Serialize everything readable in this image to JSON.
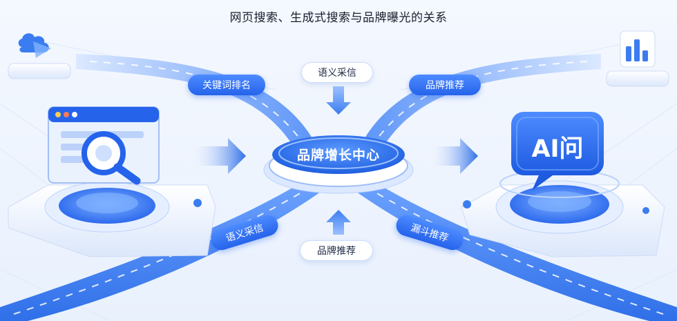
{
  "title": "网页搜索、生成式搜索与品牌曝光的关系",
  "hub": {
    "label": "品牌增长中心"
  },
  "labels": {
    "top_left": "关键词排名",
    "top_center": "语义采信",
    "top_right": "品牌推荐",
    "bottom_left": "语义采信",
    "bottom_center": "品牌推荐",
    "bottom_right": "漏斗推荐"
  },
  "ai_bubble": {
    "text": "AI问"
  },
  "icons": {
    "left_panel": "search-browser-icon",
    "right_panel": "ai-chat-bubble-icon",
    "top_left_corner": "cloud-icon",
    "top_right_corner": "bar-chart-icon"
  },
  "colors": {
    "accent": "#2563eb",
    "accent_light": "#4d8bff",
    "road": "#3b7df0"
  }
}
